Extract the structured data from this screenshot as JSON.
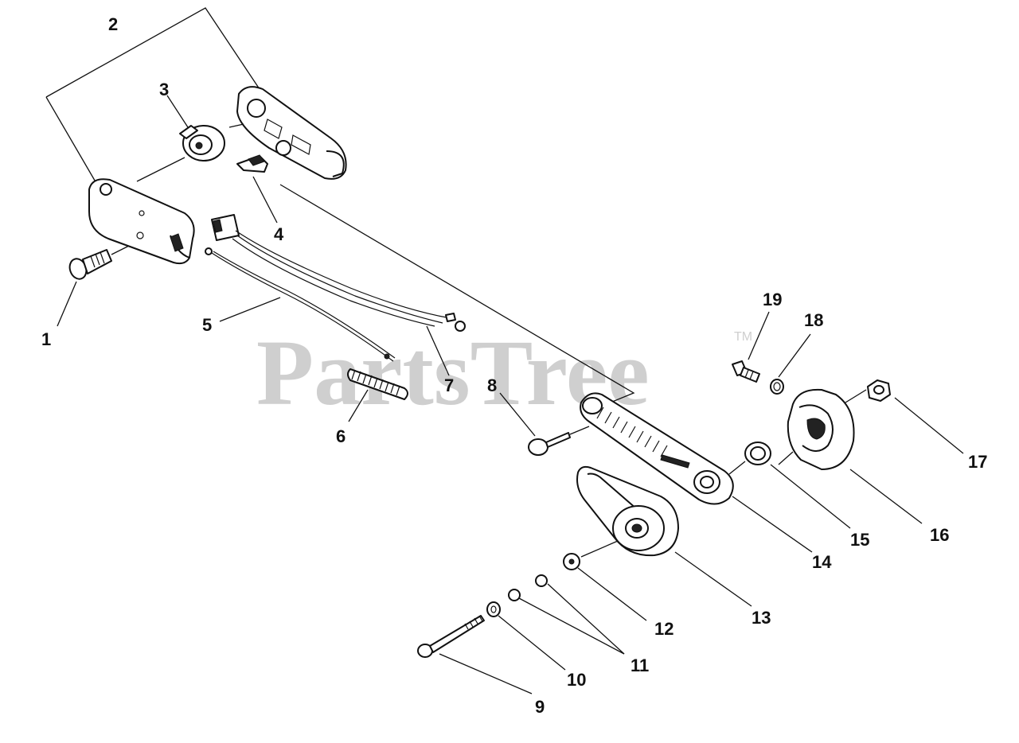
{
  "watermark": {
    "text": "PartsTree",
    "trademark": "TM"
  },
  "callouts": {
    "c1": "1",
    "c2": "2",
    "c3": "3",
    "c4": "4",
    "c5": "5",
    "c6": "6",
    "c7": "7",
    "c8": "8",
    "c9": "9",
    "c10": "10",
    "c11": "11",
    "c12": "12",
    "c13": "13",
    "c14": "14",
    "c15": "15",
    "c16": "16",
    "c17": "17",
    "c18": "18",
    "c19": "19"
  }
}
